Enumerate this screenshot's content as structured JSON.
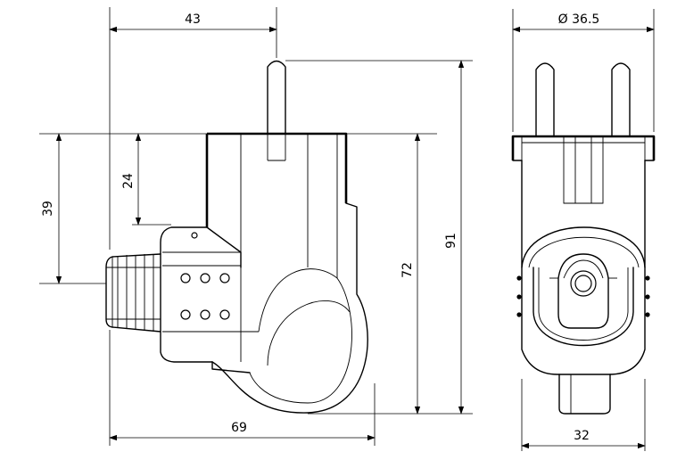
{
  "dimensions": {
    "side_top_width": "43",
    "side_body_height": "39",
    "side_upper_height": "24",
    "side_body_full_height": "72",
    "side_overall_height": "91",
    "side_overall_width": "69",
    "front_diameter": "Ø 36.5",
    "front_width": "32"
  }
}
